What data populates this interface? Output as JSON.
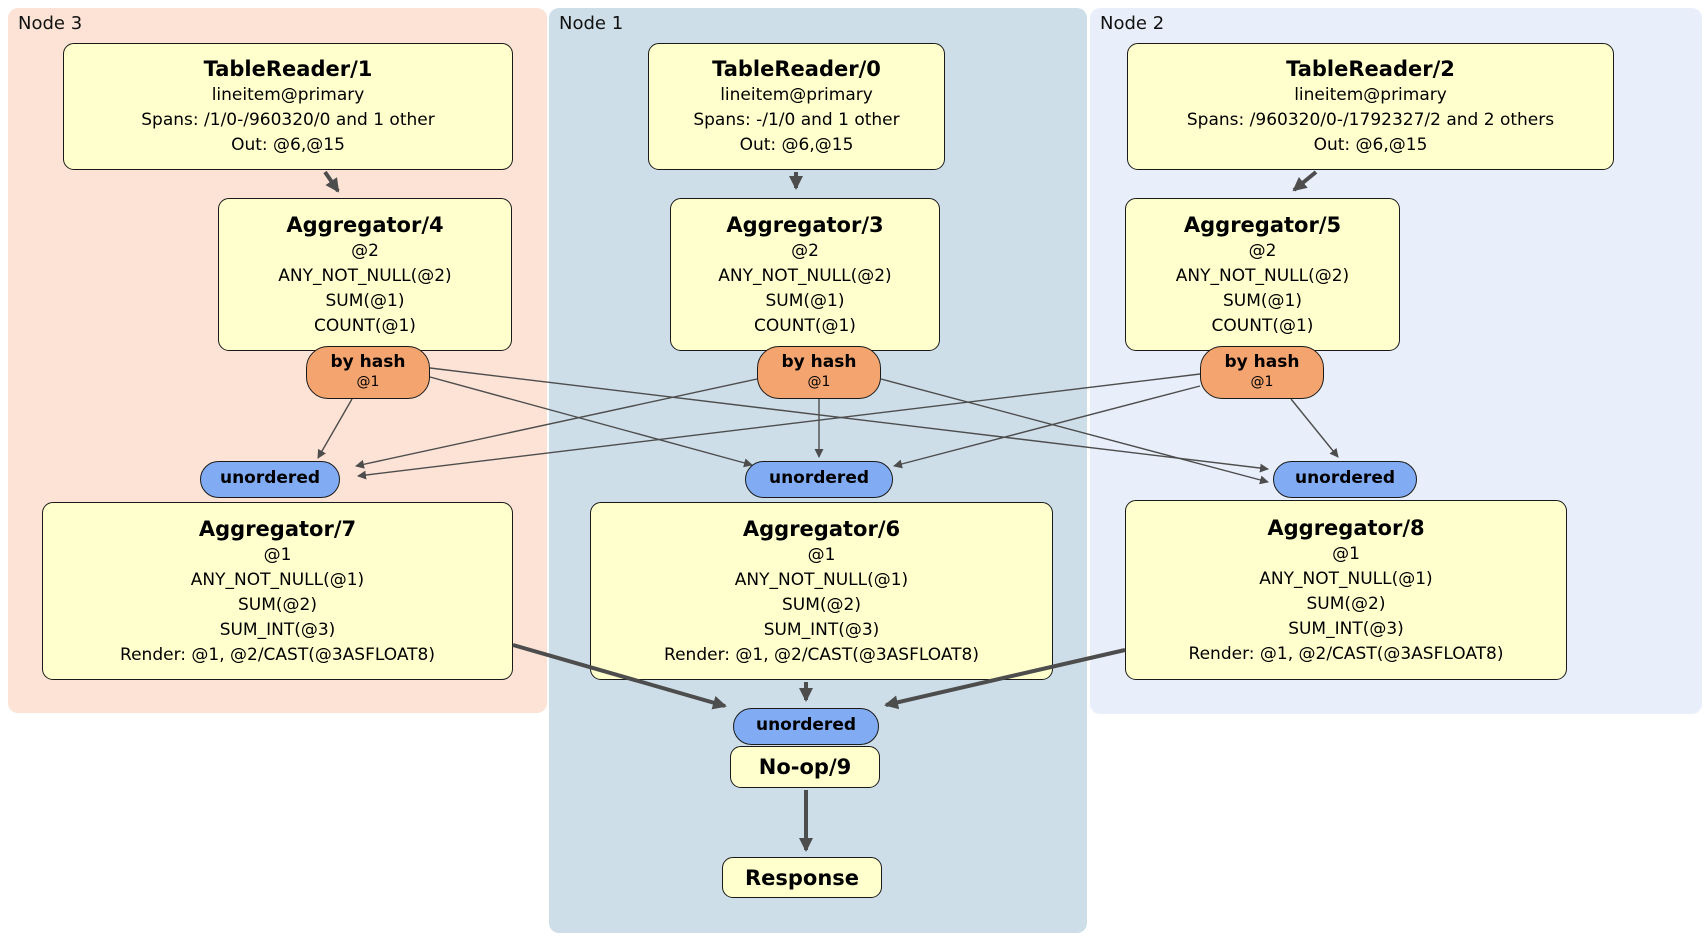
{
  "regions": {
    "node3": {
      "label": "Node 3"
    },
    "node1": {
      "label": "Node 1"
    },
    "node2": {
      "label": "Node 2"
    }
  },
  "processors": {
    "tr1": {
      "title": "TableReader/1",
      "lines": [
        "lineitem@primary",
        "Spans: /1/0-/960320/0 and 1 other",
        "Out: @6,@15"
      ]
    },
    "tr0": {
      "title": "TableReader/0",
      "lines": [
        "lineitem@primary",
        "Spans: -/1/0 and 1 other",
        "Out: @6,@15"
      ]
    },
    "tr2": {
      "title": "TableReader/2",
      "lines": [
        "lineitem@primary",
        "Spans: /960320/0-/1792327/2 and 2 others",
        "Out: @6,@15"
      ]
    },
    "agg4": {
      "title": "Aggregator/4",
      "lines": [
        "@2",
        "ANY_NOT_NULL(@2)",
        "SUM(@1)",
        "COUNT(@1)"
      ]
    },
    "agg3": {
      "title": "Aggregator/3",
      "lines": [
        "@2",
        "ANY_NOT_NULL(@2)",
        "SUM(@1)",
        "COUNT(@1)"
      ]
    },
    "agg5": {
      "title": "Aggregator/5",
      "lines": [
        "@2",
        "ANY_NOT_NULL(@2)",
        "SUM(@1)",
        "COUNT(@1)"
      ]
    },
    "agg7": {
      "title": "Aggregator/7",
      "lines": [
        "@1",
        "ANY_NOT_NULL(@1)",
        "SUM(@2)",
        "SUM_INT(@3)",
        "Render: @1, @2/CAST(@3ASFLOAT8)"
      ]
    },
    "agg6": {
      "title": "Aggregator/6",
      "lines": [
        "@1",
        "ANY_NOT_NULL(@1)",
        "SUM(@2)",
        "SUM_INT(@3)",
        "Render: @1, @2/CAST(@3ASFLOAT8)"
      ]
    },
    "agg8": {
      "title": "Aggregator/8",
      "lines": [
        "@1",
        "ANY_NOT_NULL(@1)",
        "SUM(@2)",
        "SUM_INT(@3)",
        "Render: @1, @2/CAST(@3ASFLOAT8)"
      ]
    },
    "noop": {
      "title": "No-op/9"
    },
    "response": {
      "title": "Response"
    }
  },
  "router": {
    "label": "by hash",
    "detail": "@1"
  },
  "synchronizer": {
    "label": "unordered"
  },
  "colors": {
    "node3_bg": "#fce3d5",
    "node1_bg": "#cedee9",
    "node2_bg": "#e9effa",
    "processor_bg": "#ffffcd",
    "processor_border": "#1a1a1a",
    "router_bg": "#f4a46f",
    "synchronizer_bg": "#81abf3",
    "edge": "#4d4d4d"
  }
}
